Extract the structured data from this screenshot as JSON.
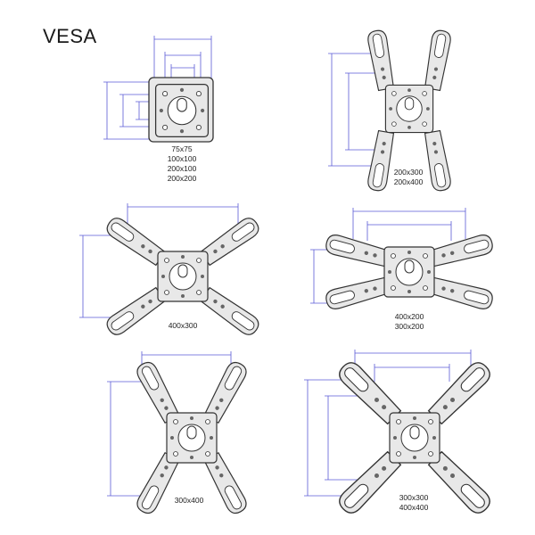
{
  "title": "VESA",
  "colors": {
    "plate_fill": "#e8e8e8",
    "plate_stroke": "#333333",
    "dimension_line": "#5a5ad6"
  },
  "panels": [
    {
      "id": "p1",
      "lines": [
        "75x75",
        "100x100",
        "200x100",
        "200x200"
      ]
    },
    {
      "id": "p2",
      "lines": [
        "200x300",
        "200x400"
      ]
    },
    {
      "id": "p3",
      "lines": [
        "400x300"
      ]
    },
    {
      "id": "p4",
      "lines": [
        "400x200",
        "300x200"
      ]
    },
    {
      "id": "p5",
      "lines": [
        "300x400"
      ]
    },
    {
      "id": "p6",
      "lines": [
        "300x300",
        "400x400"
      ]
    }
  ]
}
